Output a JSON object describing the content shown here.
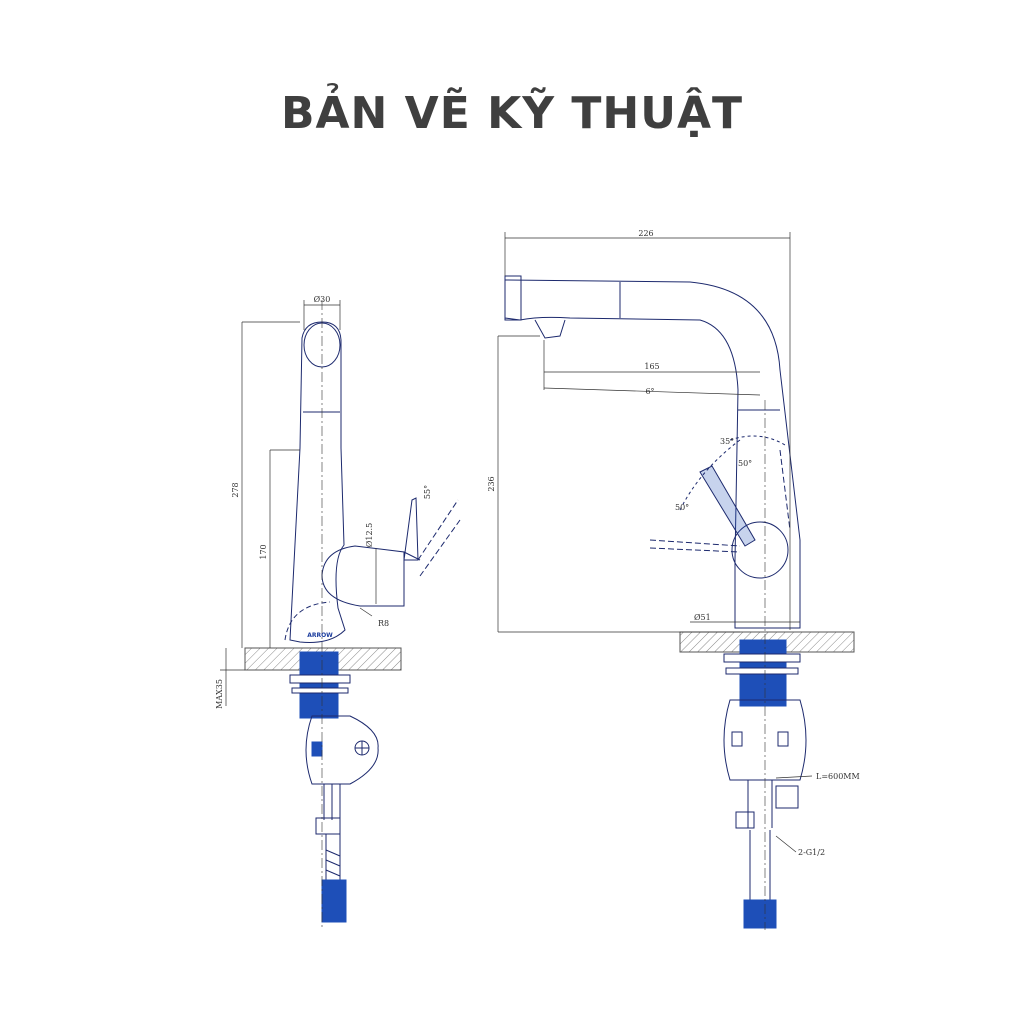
{
  "page_title": "BẢN VẼ KỸ THUẬT",
  "colors": {
    "line": "#1d2a6e",
    "accent": "#1e4fb8",
    "hatch": "#999999",
    "title": "#3f3f3f"
  },
  "side_view": {
    "dim_diameter_top": "Ø30",
    "dim_height_total": "278",
    "dim_height_spout": "170",
    "dim_handle_diameter": "Ø12.5",
    "dim_angle": "55°",
    "dim_base_radius": "R8",
    "dim_max_deck": "MAX35",
    "brand_logo": "ARROW"
  },
  "front_view": {
    "dim_width_total": "226",
    "dim_reach": "165",
    "dim_tilt": "6°",
    "dim_height": "236",
    "dim_angle_top": "35°",
    "dim_angle_upper": "50°",
    "dim_angle_lower": "50°",
    "dim_base_diameter": "Ø51",
    "label_hose_length": "L=600MM",
    "label_thread": "2-G1/2"
  }
}
